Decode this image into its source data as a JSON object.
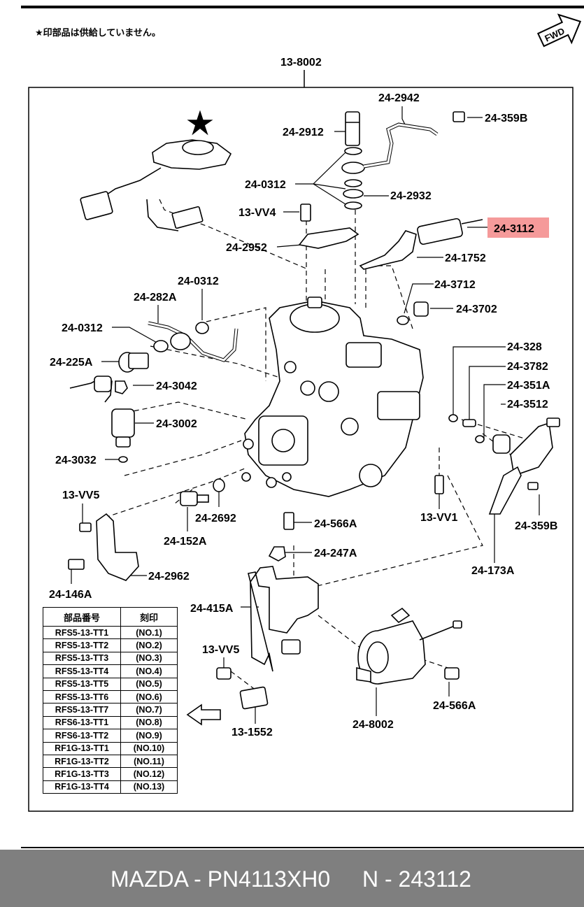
{
  "note": "★印部品は供給していません。",
  "fwd_label": "FWD",
  "main_label": "13-8002",
  "highlight_label": "24-3112",
  "labels": [
    {
      "id": "24-2942",
      "text": "24-2942"
    },
    {
      "id": "24-359B-top",
      "text": "24-359B"
    },
    {
      "id": "24-2912",
      "text": "24-2912"
    },
    {
      "id": "24-0312-a",
      "text": "24-0312"
    },
    {
      "id": "24-2932",
      "text": "24-2932"
    },
    {
      "id": "13-VV4",
      "text": "13-VV4"
    },
    {
      "id": "24-2952",
      "text": "24-2952"
    },
    {
      "id": "24-1752",
      "text": "24-1752"
    },
    {
      "id": "24-0312-b",
      "text": "24-0312"
    },
    {
      "id": "24-282A",
      "text": "24-282A"
    },
    {
      "id": "24-3712",
      "text": "24-3712"
    },
    {
      "id": "24-3702",
      "text": "24-3702"
    },
    {
      "id": "24-0312-c",
      "text": "24-0312"
    },
    {
      "id": "24-225A",
      "text": "24-225A"
    },
    {
      "id": "24-328",
      "text": "24-328"
    },
    {
      "id": "24-3782",
      "text": "24-3782"
    },
    {
      "id": "24-3042",
      "text": "24-3042"
    },
    {
      "id": "24-351A",
      "text": "24-351A"
    },
    {
      "id": "24-3512",
      "text": "24-3512"
    },
    {
      "id": "24-3002",
      "text": "24-3002"
    },
    {
      "id": "24-3032",
      "text": "24-3032"
    },
    {
      "id": "13-VV5-a",
      "text": "13-VV5"
    },
    {
      "id": "24-2692",
      "text": "24-2692"
    },
    {
      "id": "13-VV1",
      "text": "13-VV1"
    },
    {
      "id": "24-566A-a",
      "text": "24-566A"
    },
    {
      "id": "24-359B-b",
      "text": "24-359B"
    },
    {
      "id": "24-152A",
      "text": "24-152A"
    },
    {
      "id": "24-247A",
      "text": "24-247A"
    },
    {
      "id": "24-173A",
      "text": "24-173A"
    },
    {
      "id": "24-2962",
      "text": "24-2962"
    },
    {
      "id": "24-146A",
      "text": "24-146A"
    },
    {
      "id": "24-415A",
      "text": "24-415A"
    },
    {
      "id": "13-VV5-b",
      "text": "13-VV5"
    },
    {
      "id": "24-566A-b",
      "text": "24-566A"
    },
    {
      "id": "13-1552",
      "text": "13-1552"
    },
    {
      "id": "24-8002",
      "text": "24-8002"
    }
  ],
  "table": {
    "headers": [
      "部品番号",
      "刻印"
    ],
    "rows": [
      [
        "RFS5-13-TT1",
        "(NO.1)"
      ],
      [
        "RFS5-13-TT2",
        "(NO.2)"
      ],
      [
        "RFS5-13-TT3",
        "(NO.3)"
      ],
      [
        "RFS5-13-TT4",
        "(NO.4)"
      ],
      [
        "RFS5-13-TT5",
        "(NO.5)"
      ],
      [
        "RFS5-13-TT6",
        "(NO.6)"
      ],
      [
        "RFS5-13-TT7",
        "(NO.7)"
      ],
      [
        "RFS6-13-TT1",
        "(NO.8)"
      ],
      [
        "RFS6-13-TT2",
        "(NO.9)"
      ],
      [
        "RF1G-13-TT1",
        "(NO.10)"
      ],
      [
        "RF1G-13-TT2",
        "(NO.11)"
      ],
      [
        "RF1G-13-TT3",
        "(NO.12)"
      ],
      [
        "RF1G-13-TT4",
        "(NO.13)"
      ]
    ]
  },
  "footer": {
    "brand_part": "MAZDA - PN4113XH0",
    "item": "N - 243112"
  },
  "colors": {
    "highlight": "#f59a9a",
    "footer_bg": "#7f7f7f"
  }
}
